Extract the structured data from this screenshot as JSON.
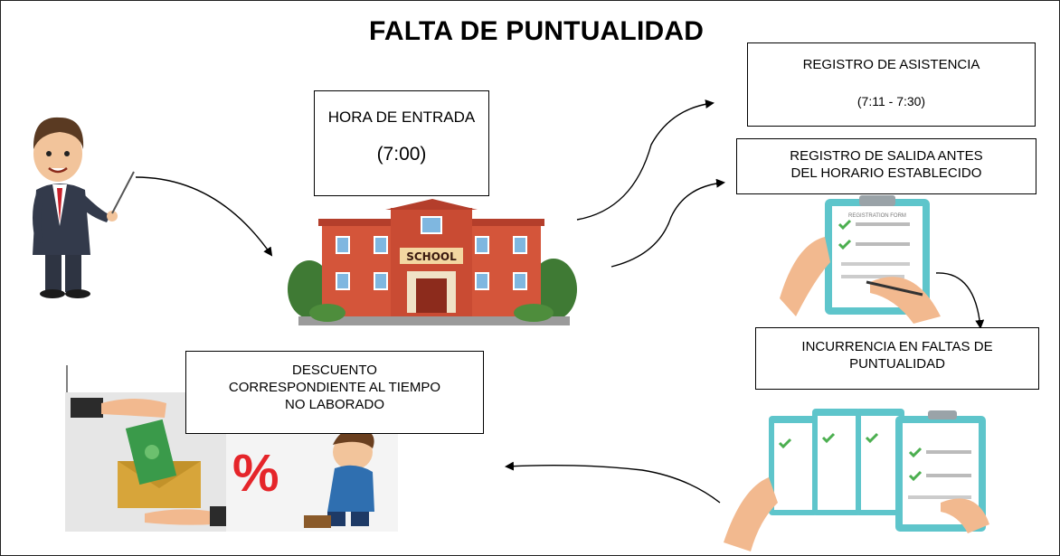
{
  "title": "FALTA DE PUNTUALIDAD",
  "boxes": {
    "hora_entrada": {
      "line1": "HORA DE ENTRADA",
      "line2": "(7:00)"
    },
    "registro_asistencia": {
      "line1": "REGISTRO DE ASISTENCIA",
      "line2": "(7:11 - 7:30)"
    },
    "registro_salida": {
      "line1": "REGISTRO DE SALIDA ANTES",
      "line2": "DEL HORARIO ESTABLECIDO"
    },
    "incurrencia": {
      "line1": "INCURRENCIA EN FALTAS DE",
      "line2": "PUNTUALIDAD"
    },
    "descuento": {
      "line1": "DESCUENTO",
      "line2": "CORRESPONDIENTE AL TIEMPO",
      "line3": "NO LABORADO"
    }
  },
  "illustrations": {
    "school_sign": "SCHOOL",
    "form_header": "REGISTRATION FORM",
    "percent_symbol": "%"
  },
  "icons": [
    "teacher-illustration",
    "school-building-icon",
    "registration-form-icon",
    "registration-forms-stack-icon",
    "money-envelope-icon",
    "sad-worker-icon"
  ],
  "colors": {
    "school_red": "#d4553a",
    "form_teal": "#5ec5cb",
    "check_green": "#4caf50",
    "percent_red": "#e5252a",
    "money_green": "#3a9a4a"
  }
}
